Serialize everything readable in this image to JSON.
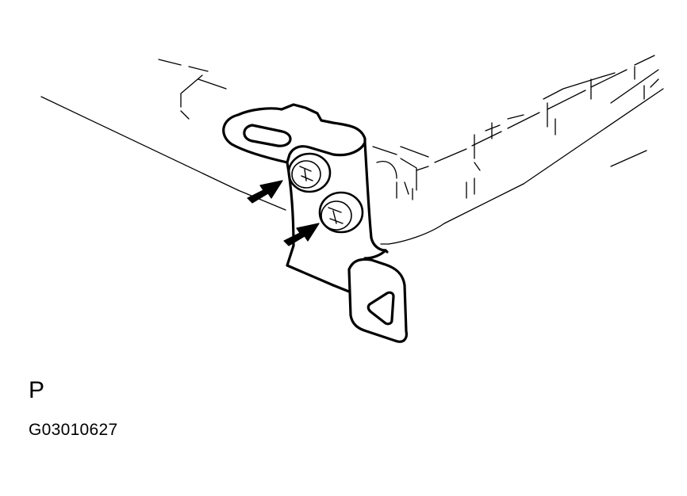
{
  "diagram": {
    "view_label": "P",
    "figure_code": "G03010627",
    "parts": [
      {
        "name": "component-housing"
      },
      {
        "name": "mounting-bracket"
      },
      {
        "name": "bolt-upper"
      },
      {
        "name": "bolt-lower"
      },
      {
        "name": "arrow-upper"
      },
      {
        "name": "arrow-lower"
      }
    ]
  },
  "colors": {
    "line": "#000000",
    "background": "#ffffff"
  }
}
